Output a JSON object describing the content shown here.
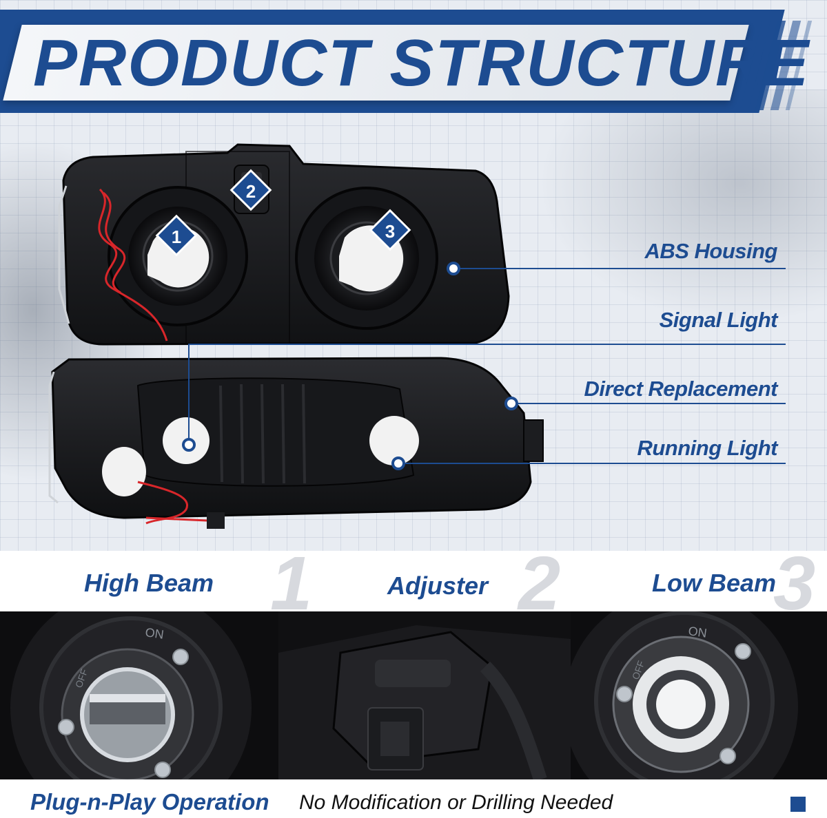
{
  "banner": {
    "title": "PRODUCT STRUCTURE"
  },
  "callouts": [
    {
      "label": "ABS Housing"
    },
    {
      "label": "Signal Light"
    },
    {
      "label": "Direct Replacement"
    },
    {
      "label": "Running Light"
    }
  ],
  "markers": [
    "1",
    "2",
    "3"
  ],
  "features": [
    {
      "label": "High Beam",
      "number": "1"
    },
    {
      "label": "Adjuster",
      "number": "2"
    },
    {
      "label": "Low Beam",
      "number": "3"
    }
  ],
  "photo_marks": {
    "on_text": "ON",
    "off_text": "OFF"
  },
  "footer": {
    "title": "Plug-n-Play Operation",
    "subtitle": "No Modification or Drilling Needed"
  },
  "colors": {
    "brand_blue": "#1d4c91",
    "housing": "#141416",
    "bulb_cap": "#f2f2f2"
  }
}
